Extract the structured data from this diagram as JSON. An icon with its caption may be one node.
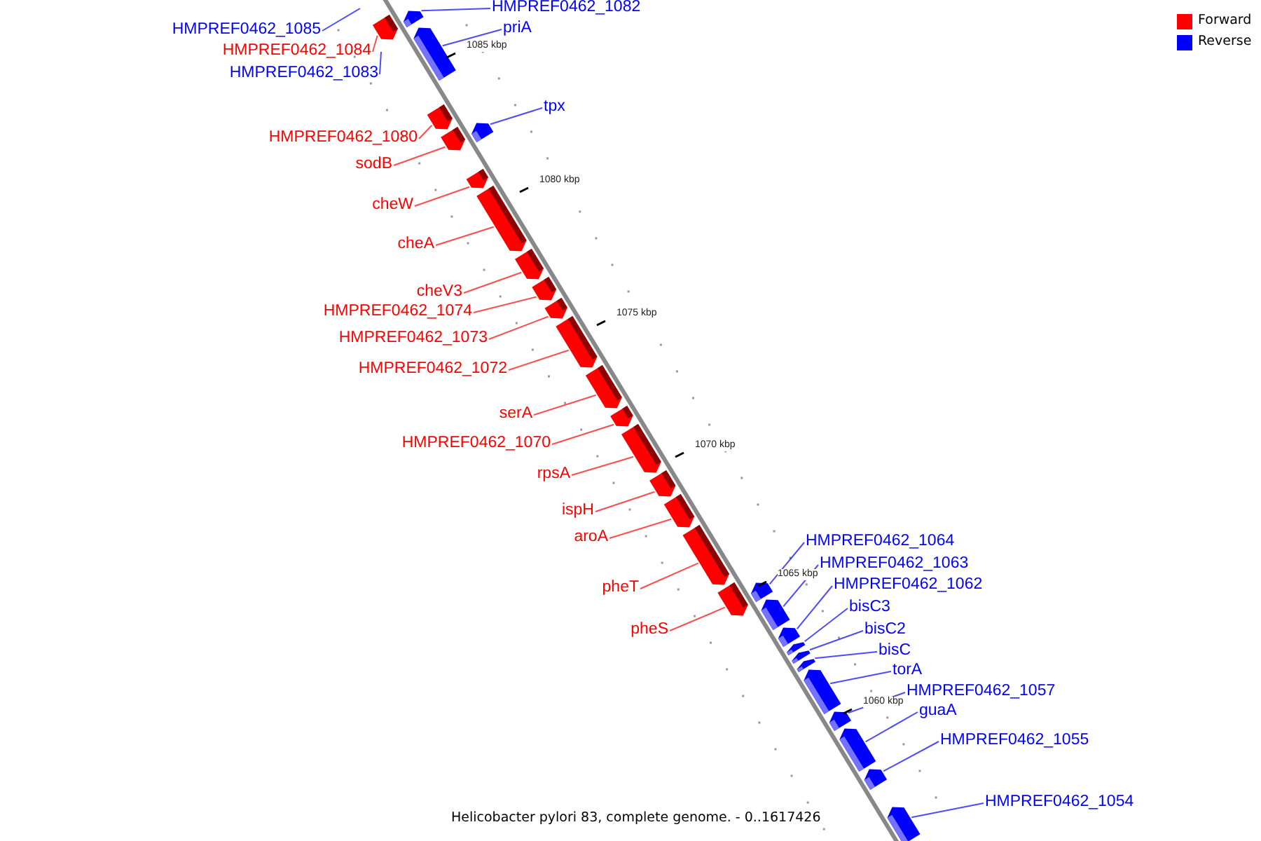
{
  "diagram": {
    "caption": "Helicobacter pylori 83, complete genome. - 0..1617426",
    "nodes": [
      {
        "text": [
          "HMPREF0462_1082"
        ]
      },
      {
        "text": [
          "priA"
        ]
      },
      {
        "text": [
          "HMPREF0462_1085"
        ]
      },
      {
        "text": [
          "HMPREF0462_1084"
        ]
      },
      {
        "text": [
          "HMPREF0462_1083"
        ]
      },
      {
        "text": [
          "tpx"
        ]
      },
      {
        "text": [
          "HMPREF0462_1080"
        ]
      },
      {
        "text": [
          "sodB"
        ]
      },
      {
        "text": [
          "cheW"
        ]
      },
      {
        "text": [
          "cheA"
        ]
      },
      {
        "text": [
          "cheV3"
        ]
      },
      {
        "text": [
          "HMPREF0462_1074"
        ]
      },
      {
        "text": [
          "HMPREF0462_1073"
        ]
      },
      {
        "text": [
          "HMPREF0462_1072"
        ]
      },
      {
        "text": [
          "serA"
        ]
      },
      {
        "text": [
          "HMPREF0462_1070"
        ]
      },
      {
        "text": [
          "rpsA"
        ]
      },
      {
        "text": [
          "ispH"
        ]
      },
      {
        "text": [
          "aroA"
        ]
      },
      {
        "text": [
          "HMPREF0462_1064"
        ]
      },
      {
        "text": [
          "HMPREF0462_1063"
        ]
      },
      {
        "text": [
          "HMPREF0462_1062"
        ]
      },
      {
        "text": [
          "pheT"
        ]
      },
      {
        "text": [
          "bisC3"
        ]
      },
      {
        "text": [
          "pheS"
        ]
      },
      {
        "text": [
          "bisC2"
        ]
      },
      {
        "text": [
          "bisC"
        ]
      },
      {
        "text": [
          "torA"
        ]
      },
      {
        "text": [
          "HMPREF0462_1057"
        ]
      },
      {
        "text": [
          "guaA"
        ]
      },
      {
        "text": [
          "HMPREF0462_1055"
        ]
      },
      {
        "text": [
          "HMPREF0462_1054"
        ]
      },
      {
        "text": [],
        "shape": "bar"
      },
      {
        "text": [],
        "shape": "bar"
      },
      {
        "text": [],
        "shape": "bar"
      },
      {
        "text": [],
        "shape": "bar"
      },
      {
        "text": [],
        "shape": "bar"
      },
      {
        "text": [],
        "shape": "bar"
      },
      {
        "text": [],
        "shape": "bar"
      },
      {
        "text": [],
        "shape": "bar"
      },
      {
        "text": [],
        "shape": "bar"
      },
      {
        "text": [],
        "shape": "bar"
      },
      {
        "text": [],
        "shape": "bar"
      },
      {
        "text": [],
        "shape": "bar"
      },
      {
        "text": [],
        "shape": "bar"
      },
      {
        "text": [],
        "shape": "bar"
      },
      {
        "text": [],
        "shape": "bar"
      },
      {
        "text": [],
        "shape": "bar"
      },
      {
        "text": [],
        "shape": "bar"
      },
      {
        "text": [],
        "shape": "bar"
      },
      {
        "text": [],
        "shape": "bar"
      },
      {
        "text": [],
        "shape": "bar"
      },
      {
        "text": [],
        "shape": "bar"
      },
      {
        "text": [],
        "shape": "bar"
      },
      {
        "text": [],
        "shape": "bar"
      },
      {
        "text": [],
        "shape": "bar"
      },
      {
        "text": [],
        "shape": "bar"
      },
      {
        "text": [],
        "shape": "bar"
      },
      {
        "text": [],
        "shape": "bar"
      },
      {
        "text": [],
        "shape": "bar"
      },
      {
        "text": [],
        "shape": "bar"
      },
      {
        "text": [],
        "shape": "bar"
      }
    ],
    "edges": [
      {
        "from": 0,
        "to": 33,
        "arrow": "none",
        "color": "#0000ff"
      },
      {
        "from": 1,
        "to": 34,
        "arrow": "none",
        "color": "#0000ff"
      },
      {
        "from": 2,
        "to": null,
        "arrow": "none",
        "color": "#0000ff"
      },
      {
        "from": 3,
        "to": 32,
        "arrow": "none",
        "color": "#ff0000"
      },
      {
        "from": 4,
        "to": null,
        "arrow": "none",
        "color": "#0000ff"
      },
      {
        "from": 5,
        "to": 37,
        "arrow": "none",
        "color": "#0000ff"
      },
      {
        "from": 6,
        "to": 35,
        "arrow": "none",
        "color": "#ff0000"
      },
      {
        "from": 7,
        "to": 36,
        "arrow": "none",
        "color": "#ff0000"
      },
      {
        "from": 8,
        "to": 38,
        "arrow": "none",
        "color": "#ff0000"
      },
      {
        "from": 9,
        "to": 39,
        "arrow": "none",
        "color": "#ff0000"
      },
      {
        "from": 10,
        "to": 40,
        "arrow": "none",
        "color": "#ff0000"
      },
      {
        "from": 11,
        "to": 41,
        "arrow": "none",
        "color": "#ff0000"
      },
      {
        "from": 12,
        "to": 42,
        "arrow": "none",
        "color": "#ff0000"
      },
      {
        "from": 13,
        "to": 43,
        "arrow": "none",
        "color": "#ff0000"
      },
      {
        "from": 14,
        "to": 44,
        "arrow": "none",
        "color": "#ff0000"
      },
      {
        "from": 15,
        "to": 45,
        "arrow": "none",
        "color": "#ff0000"
      },
      {
        "from": 16,
        "to": 46,
        "arrow": "none",
        "color": "#ff0000"
      },
      {
        "from": 17,
        "to": 47,
        "arrow": "none",
        "color": "#ff0000"
      },
      {
        "from": 18,
        "to": 48,
        "arrow": "none",
        "color": "#ff0000"
      },
      {
        "from": 19,
        "to": 51,
        "arrow": "none",
        "color": "#0000ff"
      },
      {
        "from": 20,
        "to": 52,
        "arrow": "none",
        "color": "#0000ff"
      },
      {
        "from": 21,
        "to": 53,
        "arrow": "none",
        "color": "#0000ff"
      },
      {
        "from": 22,
        "to": 49,
        "arrow": "none",
        "color": "#ff0000"
      },
      {
        "from": 23,
        "to": 54,
        "arrow": "none",
        "color": "#0000ff"
      },
      {
        "from": 24,
        "to": 50,
        "arrow": "none",
        "color": "#ff0000"
      },
      {
        "from": 25,
        "to": 55,
        "arrow": "none",
        "color": "#0000ff"
      },
      {
        "from": 26,
        "to": 56,
        "arrow": "none",
        "color": "#0000ff"
      },
      {
        "from": 27,
        "to": 57,
        "arrow": "none",
        "color": "#0000ff"
      },
      {
        "from": 28,
        "to": 58,
        "arrow": "none",
        "color": "#0000ff"
      },
      {
        "from": 29,
        "to": 59,
        "arrow": "none",
        "color": "#0000ff"
      },
      {
        "from": 30,
        "to": 60,
        "arrow": "none",
        "color": "#0000ff"
      },
      {
        "from": 31,
        "to": 61,
        "arrow": "none",
        "color": "#0000ff"
      }
    ],
    "labels": [
      "1085 kbp",
      "1080 kbp",
      "1075 kbp",
      "1070 kbp",
      "1065 kbp",
      "1060 kbp"
    ],
    "legend": [
      {
        "text": "Forward",
        "color": "#ff0000"
      },
      {
        "text": "Reverse",
        "color": "#0000ff"
      }
    ]
  }
}
